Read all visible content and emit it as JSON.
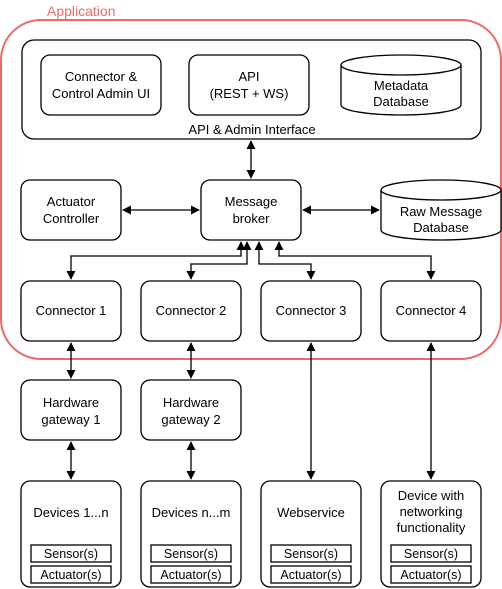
{
  "app_label": "Application",
  "api_admin_interface": "API & Admin Interface",
  "connector_admin_ui": [
    "Connector &",
    "Control Admin UI"
  ],
  "api": [
    "API",
    "(REST + WS)"
  ],
  "metadata_db": [
    "Metadata",
    "Database"
  ],
  "actuator_controller": [
    "Actuator",
    "Controller"
  ],
  "message_broker": [
    "Message",
    "broker"
  ],
  "raw_message_db": [
    "Raw Message",
    "Database"
  ],
  "connectors": [
    "Connector 1",
    "Connector 2",
    "Connector 3",
    "Connector 4"
  ],
  "gateways": [
    [
      "Hardware",
      "gateway 1"
    ],
    [
      "Hardware",
      "gateway 2"
    ]
  ],
  "devices": [
    {
      "title": [
        "Devices 1...n"
      ],
      "sensor": "Sensor(s)",
      "actuator": "Actuator(s)"
    },
    {
      "title": [
        "Devices n...m"
      ],
      "sensor": "Sensor(s)",
      "actuator": "Actuator(s)"
    },
    {
      "title": [
        "Webservice"
      ],
      "sensor": "Sensor(s)",
      "actuator": "Actuator(s)"
    },
    {
      "title": [
        "Device with",
        "networking",
        "functionality"
      ],
      "sensor": "Sensor(s)",
      "actuator": "Actuator(s)"
    }
  ],
  "colors": {
    "application_border": "#ea6b66",
    "stroke": "#000000",
    "fill": "#ffffff"
  }
}
